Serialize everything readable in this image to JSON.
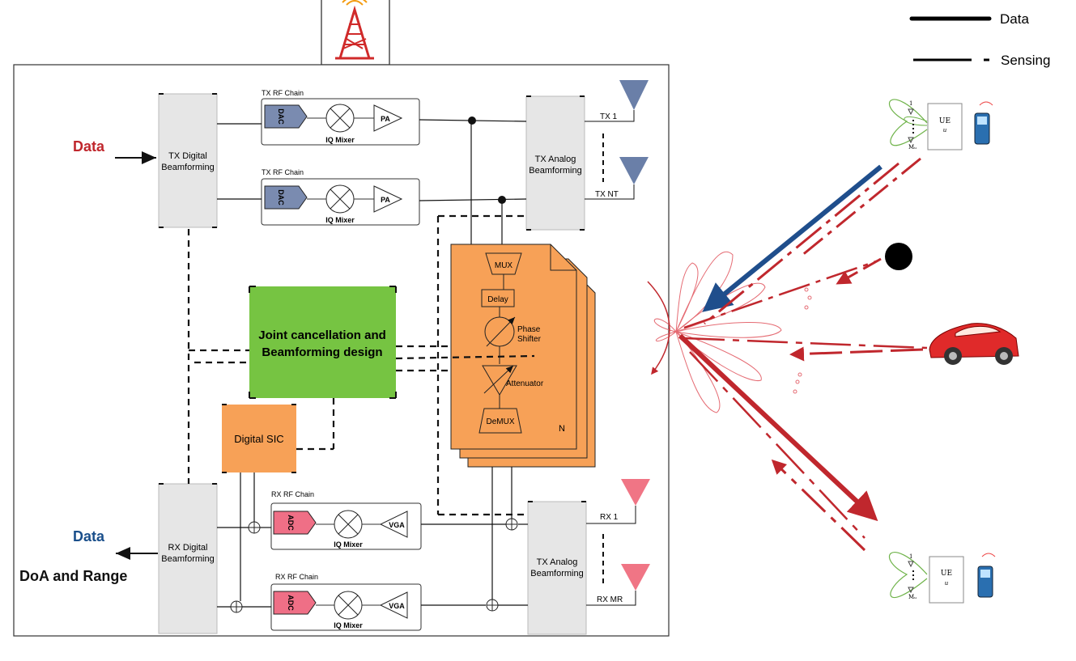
{
  "legend": {
    "data": "Data",
    "sensing": "Sensing"
  },
  "inputs": {
    "data_in": "Data",
    "data_out": "Data",
    "doa": "DoA and Range"
  },
  "tx_digital": [
    "TX Digital",
    "Beamforming"
  ],
  "rx_digital": [
    "RX Digital",
    "Beamforming"
  ],
  "tx_analog_top": [
    "TX Analog",
    "Beamforming"
  ],
  "tx_analog_bottom": [
    "TX Analog",
    "Beamforming"
  ],
  "tx_chain": {
    "title": "TX RF Chain",
    "dac": "DAC",
    "mixer": "IQ Mixer",
    "pa": "PA"
  },
  "rx_chain": {
    "title": "RX RF Chain",
    "adc": "ADC",
    "mixer": "IQ Mixer",
    "vga": "VGA"
  },
  "antennas": {
    "tx1": "TX 1",
    "txnt": "TX NT",
    "rx1": "RX 1",
    "rxmr": "RX MR"
  },
  "joint": [
    "Joint cancellation and",
    "Beamforming design"
  ],
  "sic": "Digital SIC",
  "canceller": {
    "mux": "MUX",
    "delay": "Delay",
    "phase": [
      "Phase",
      "Shifter"
    ],
    "atten": "Attenuator",
    "demux": "DeMUX",
    "n": "N"
  },
  "ue": {
    "label": "UE",
    "sub": "u",
    "m1": "1",
    "mu": "Mᵤ"
  },
  "colors": {
    "data_red": "#c0272d",
    "data_blue": "#1a4f8b",
    "green": "#76c442",
    "orange": "#f7a157",
    "beam_red": "#c0272d",
    "beam_blue": "#1f4e8c",
    "tx_ant": "#6a7fa8",
    "rx_ant": "#f07585",
    "dac": "#7a8bb0",
    "adc": "#ef6f86"
  }
}
